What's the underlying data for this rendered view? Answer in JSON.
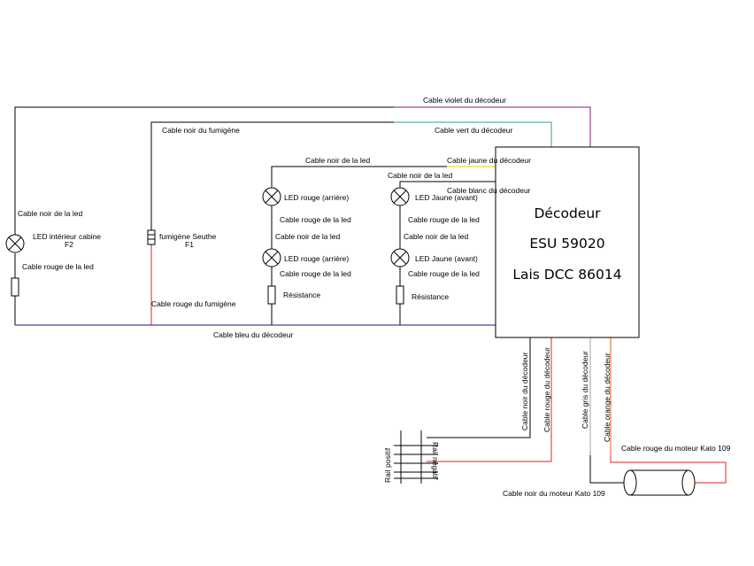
{
  "decoder": {
    "title": "Décodeur",
    "model": "ESU 59020",
    "ref": "Lais DCC 86014"
  },
  "labels": {
    "violet_wire": "Cable violet du décodeur",
    "green_wire": "Cable vert du décodeur",
    "smoke_black": "Cable noir du fumigène",
    "led_black_top": "Cable noir de la led",
    "yellow_wire": "Cable jaune du décodeur",
    "led_black_mid": "Cable noir de la led",
    "white_wire": "Cable blanc du décodeur",
    "led_cab_black": "Cable noir de la led",
    "led_cab": "LED intérieur cabine",
    "led_cab_fn": "F2",
    "led_cab_red": "Cable rouge de la led",
    "smoke_gen": "fumigène Seuthe",
    "smoke_fn": "F1",
    "smoke_red": "Cable rouge du fumigène",
    "led_red_rear_1": "LED rouge (arrière)",
    "led_red_rear_1_red": "Cable rouge de la led",
    "led_red_rear_black": "Cable noir de la led",
    "led_red_rear_2": "LED rouge (arrière)",
    "led_red_rear_2_red": "Cable rouge de la led",
    "resistor_left": "Résistance",
    "led_yellow_1": "LED Jaune (avant)",
    "led_yellow_1_red": "Cable rouge de la led",
    "led_yellow_black": "Cable noir de la led",
    "led_yellow_2": "LED Jaune (avant)",
    "led_yellow_2_red": "Cable rouge de la led",
    "resistor_right": "Résistance",
    "blue_wire": "Cable bleu du décodeur",
    "black_dec": "Cable noir du décodeur",
    "red_dec": "Cable rouge du décodeur",
    "grey_dec": "Cable gris du décodeur",
    "orange_dec": "Cable orange du décodeur",
    "rail_pos": "Rail positif",
    "rail_neg": "Rail négatif",
    "motor_red": "Cable rouge du moteur Kato 109",
    "motor_black": "Cable noir du moteur Kato 109"
  },
  "colors": {
    "violet": "#8b1a6b",
    "green": "#3a9a9a",
    "yellow": "#e8d000",
    "blue": "#1a1a7a",
    "red": "#e02020",
    "grey": "#a0a0a0",
    "orange": "#e06010",
    "black": "#000000"
  }
}
